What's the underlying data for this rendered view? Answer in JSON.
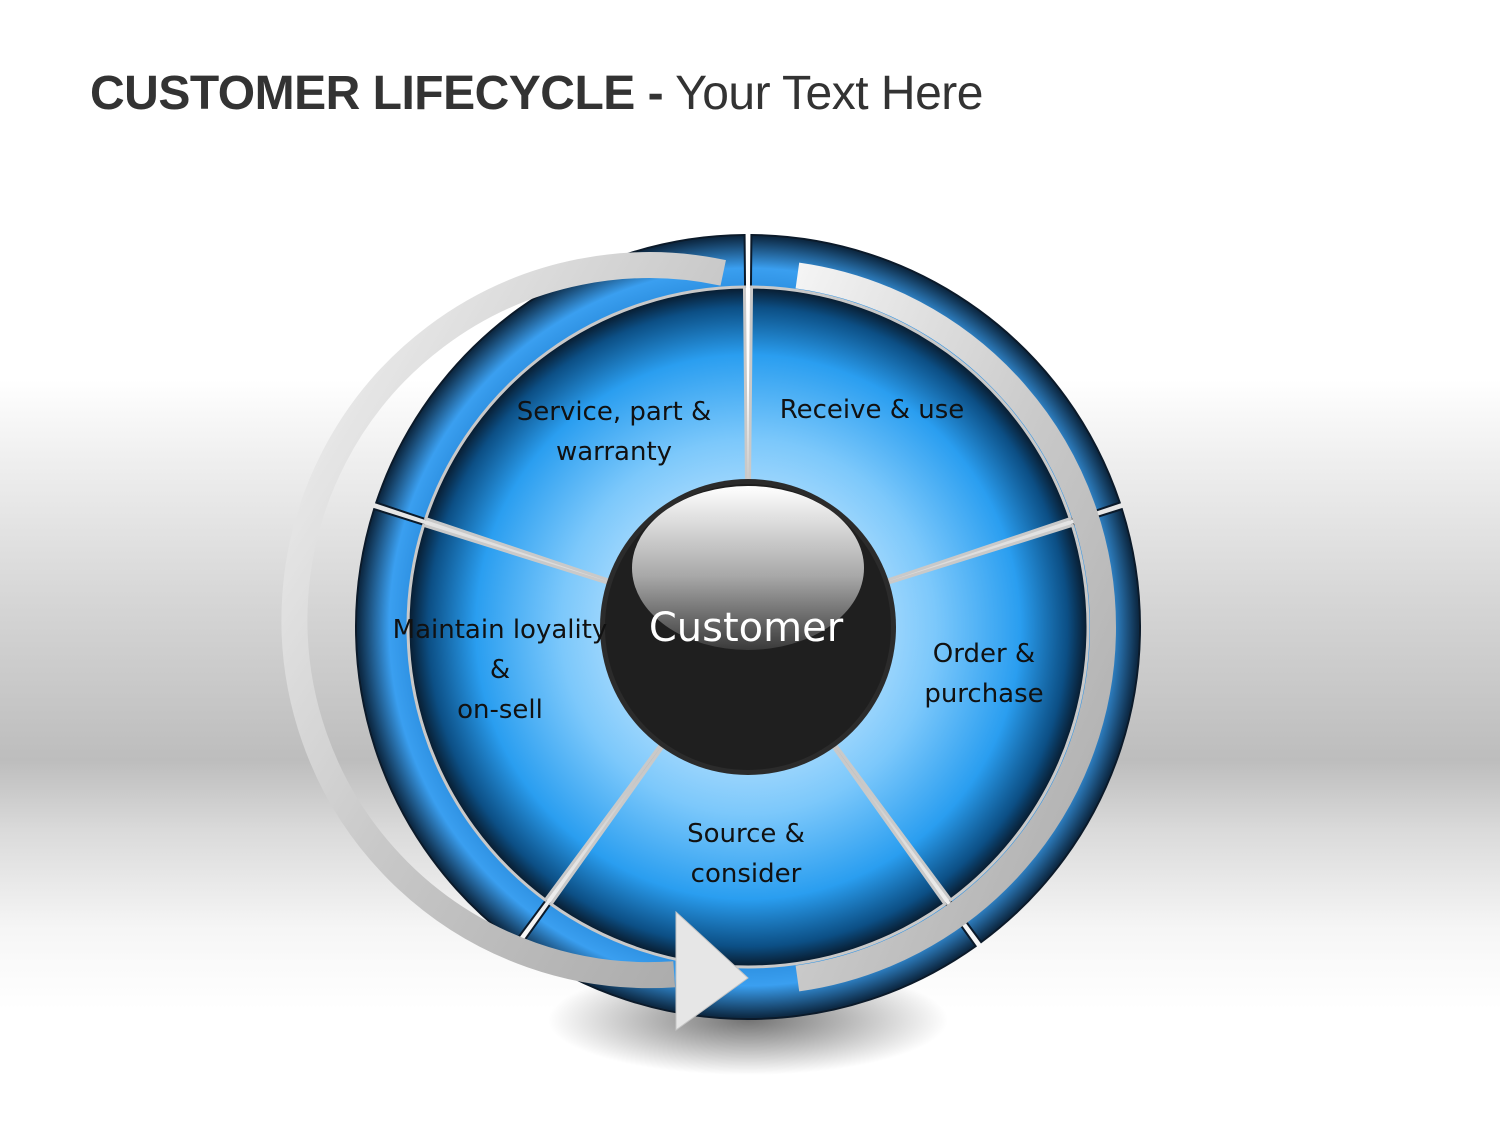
{
  "header": {
    "title_bold": "CUSTOMER LIFECYCLE -",
    "title_rest": " Your Text Here"
  },
  "diagram": {
    "center_label": "Customer",
    "segments": [
      {
        "lines": [
          "Receive & use"
        ]
      },
      {
        "lines": [
          "Order &",
          "purchase"
        ]
      },
      {
        "lines": [
          "Source &",
          "consider"
        ]
      },
      {
        "lines": [
          "Maintain loyality",
          "&",
          "on-sell"
        ]
      },
      {
        "lines": [
          "Service, part &",
          "warranty"
        ]
      }
    ],
    "colors": {
      "segment_light": "#ffffff",
      "segment_mid": "#33a6f5",
      "segment_dark": "#0a1e33",
      "center_dark": "#1f1f1f",
      "arrow": "#d4d4d4",
      "title": "#333333"
    }
  }
}
